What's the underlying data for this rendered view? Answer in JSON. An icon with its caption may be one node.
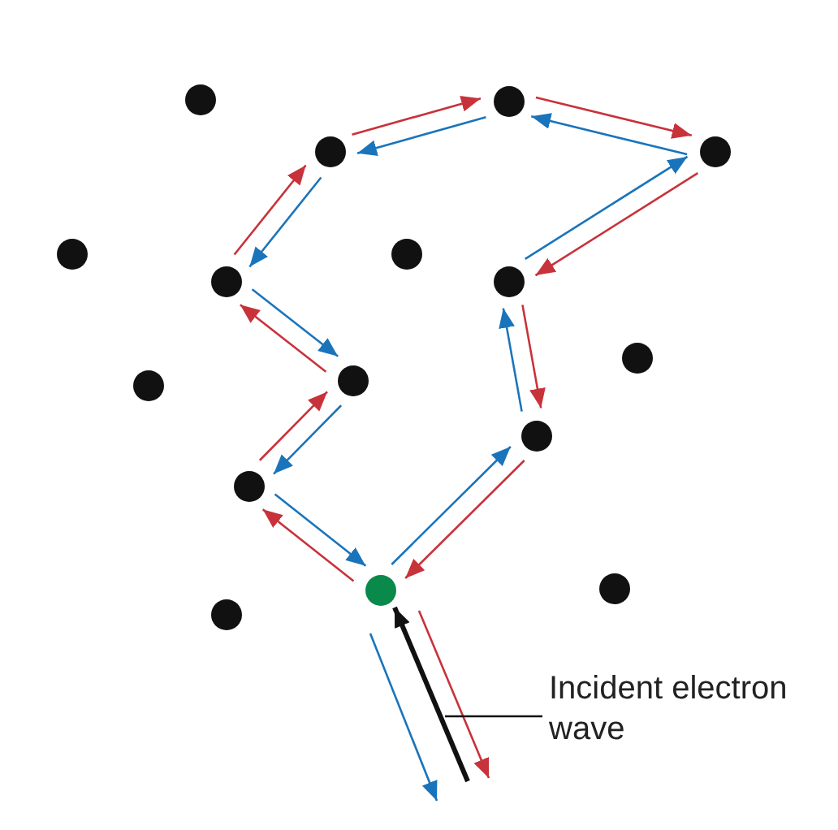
{
  "diagram": {
    "nodes": [
      {
        "text": [],
        "shape": "circle"
      },
      {
        "text": [],
        "shape": "circle"
      },
      {
        "text": [],
        "shape": "circle"
      },
      {
        "text": [],
        "shape": "circle"
      },
      {
        "text": [],
        "shape": "circle"
      },
      {
        "text": [],
        "shape": "circle"
      },
      {
        "text": [],
        "shape": "circle"
      },
      {
        "text": [],
        "shape": "circle"
      },
      {
        "text": [],
        "shape": "circle"
      },
      {
        "text": [],
        "shape": "circle"
      },
      {
        "text": [],
        "shape": "circle"
      },
      {
        "text": [],
        "shape": "circle"
      },
      {
        "text": [],
        "shape": "circle"
      },
      {
        "text": [],
        "shape": "circle"
      },
      {
        "text": [],
        "shape": "circle"
      },
      {
        "text": [],
        "shape": "circle"
      },
      {
        "text": [
          "Incident electron wave"
        ]
      }
    ],
    "edges": [
      {
        "from": 14,
        "to": 12,
        "arrow": "to",
        "color": "#c8323a"
      },
      {
        "from": 12,
        "to": 9,
        "arrow": "to",
        "color": "#c8323a"
      },
      {
        "from": 9,
        "to": 6,
        "arrow": "to",
        "color": "#c8323a"
      },
      {
        "from": 6,
        "to": 2,
        "arrow": "to",
        "color": "#c8323a"
      },
      {
        "from": 2,
        "to": 1,
        "arrow": "to",
        "color": "#c8323a"
      },
      {
        "from": 1,
        "to": 3,
        "arrow": "to",
        "color": "#c8323a"
      },
      {
        "from": 3,
        "to": 7,
        "arrow": "to",
        "color": "#c8323a"
      },
      {
        "from": 7,
        "to": 11,
        "arrow": "to",
        "color": "#c8323a"
      },
      {
        "from": 11,
        "to": 14,
        "arrow": "to",
        "color": "#c8323a"
      },
      {
        "from": 14,
        "to": null,
        "arrow": "to",
        "color": "#c8323a"
      },
      {
        "from": 14,
        "to": 11,
        "arrow": "to",
        "color": "#1a74bb"
      },
      {
        "from": 11,
        "to": 7,
        "arrow": "to",
        "color": "#1a74bb"
      },
      {
        "from": 7,
        "to": 3,
        "arrow": "to",
        "color": "#1a74bb"
      },
      {
        "from": 3,
        "to": 1,
        "arrow": "to",
        "color": "#1a74bb"
      },
      {
        "from": 1,
        "to": 2,
        "arrow": "to",
        "color": "#1a74bb"
      },
      {
        "from": 2,
        "to": 6,
        "arrow": "to",
        "color": "#1a74bb"
      },
      {
        "from": 6,
        "to": 9,
        "arrow": "to",
        "color": "#1a74bb"
      },
      {
        "from": 9,
        "to": 12,
        "arrow": "to",
        "color": "#1a74bb"
      },
      {
        "from": 12,
        "to": 14,
        "arrow": "to",
        "color": "#1a74bb"
      },
      {
        "from": 14,
        "to": null,
        "arrow": "to",
        "color": "#1a74bb"
      },
      {
        "from": null,
        "to": 14,
        "arrow": "to",
        "style": "thick",
        "color": "#111111"
      },
      {
        "from": 16,
        "to": null,
        "arrow": "none",
        "color": "#111111"
      }
    ]
  }
}
